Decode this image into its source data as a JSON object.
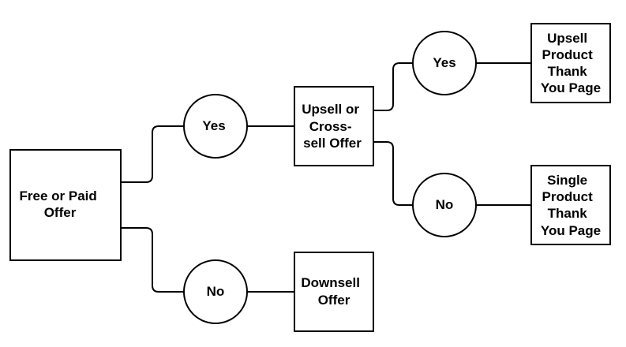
{
  "colors": {
    "stroke": "#000000",
    "fill": "#ffffff",
    "text": "#000000"
  },
  "nodes": {
    "start": {
      "lines": [
        "Free or Paid",
        "Offer"
      ]
    },
    "yes_1": {
      "lines": [
        "Yes"
      ]
    },
    "no_1": {
      "lines": [
        "No"
      ]
    },
    "upsell_offer": {
      "lines": [
        "Upsell or",
        "Cross-",
        "sell Offer"
      ]
    },
    "downsell_offer": {
      "lines": [
        "Downsell",
        "Offer"
      ]
    },
    "yes_2": {
      "lines": [
        "Yes"
      ]
    },
    "no_2": {
      "lines": [
        "No"
      ]
    },
    "upsell_thank_you": {
      "lines": [
        "Upsell",
        "Product",
        "Thank",
        "You Page"
      ]
    },
    "single_thank_you": {
      "lines": [
        "Single",
        "Product",
        "Thank",
        "You Page"
      ]
    }
  }
}
